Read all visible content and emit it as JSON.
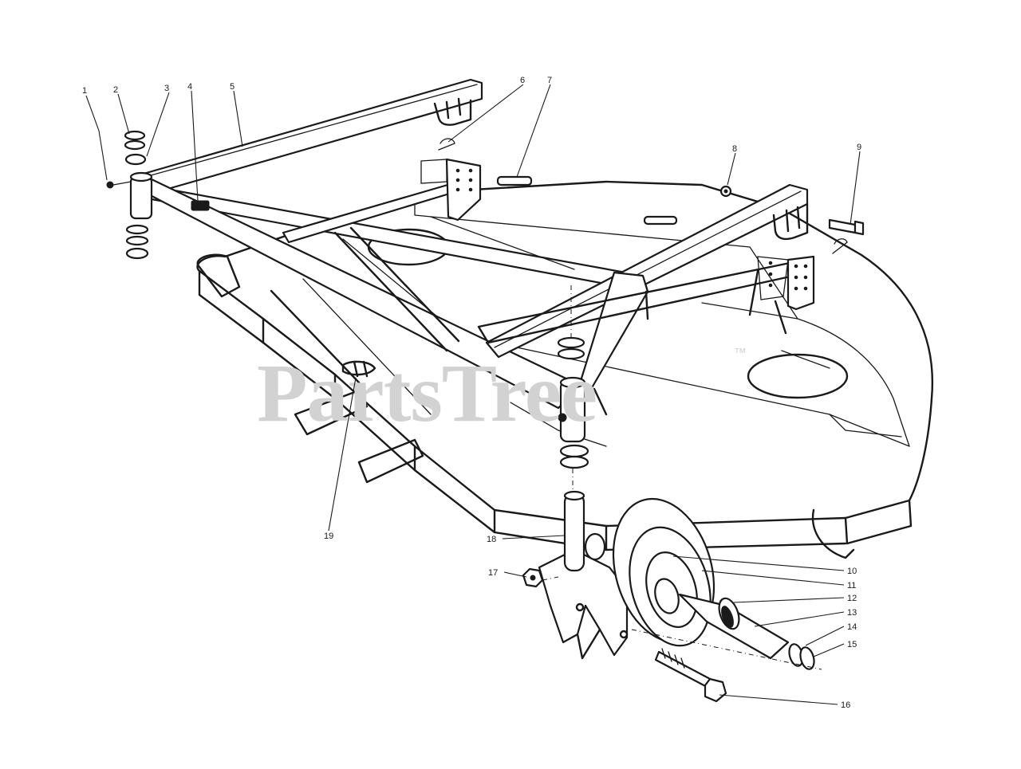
{
  "diagram": {
    "watermark": {
      "text": "PartsTree",
      "trademark": "™"
    },
    "callouts": [
      {
        "id": "1",
        "label": "1"
      },
      {
        "id": "2",
        "label": "2"
      },
      {
        "id": "3",
        "label": "3"
      },
      {
        "id": "4",
        "label": "4"
      },
      {
        "id": "5",
        "label": "5"
      },
      {
        "id": "6",
        "label": "6"
      },
      {
        "id": "7",
        "label": "7"
      },
      {
        "id": "8",
        "label": "8"
      },
      {
        "id": "9",
        "label": "9"
      },
      {
        "id": "10",
        "label": "10"
      },
      {
        "id": "11",
        "label": "11"
      },
      {
        "id": "12",
        "label": "12"
      },
      {
        "id": "13",
        "label": "13"
      },
      {
        "id": "14",
        "label": "14"
      },
      {
        "id": "15",
        "label": "15"
      },
      {
        "id": "16",
        "label": "16"
      },
      {
        "id": "17",
        "label": "17"
      },
      {
        "id": "18",
        "label": "18"
      },
      {
        "id": "19",
        "label": "19"
      }
    ]
  }
}
